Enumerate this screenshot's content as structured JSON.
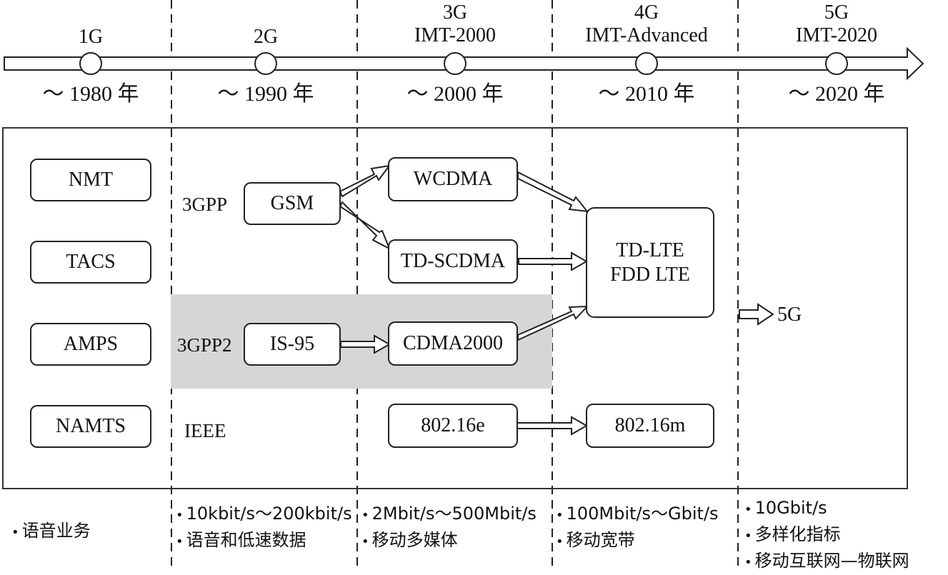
{
  "timeline": {
    "generations": [
      {
        "id": "1G",
        "label_lines": [
          "1G"
        ],
        "year": "～ 1980 年"
      },
      {
        "id": "2G",
        "label_lines": [
          "2G"
        ],
        "year": "～ 1990 年"
      },
      {
        "id": "3G",
        "label_lines": [
          "3G",
          "IMT-2000"
        ],
        "year": "～ 2000 年"
      },
      {
        "id": "4G",
        "label_lines": [
          "4G",
          "IMT-Advanced"
        ],
        "year": "～ 2010 年"
      },
      {
        "id": "5G",
        "label_lines": [
          "5G",
          "IMT-2020"
        ],
        "year": "～ 2020 年"
      }
    ]
  },
  "organizations": {
    "gpp": "3GPP",
    "gpp2": "3GPP2",
    "ieee": "IEEE"
  },
  "nodes": {
    "nmt": "NMT",
    "tacs": "TACS",
    "amps": "AMPS",
    "namts": "NAMTS",
    "gsm": "GSM",
    "is95": "IS-95",
    "wcdma": "WCDMA",
    "tdscdma": "TD-SCDMA",
    "cdma2000": "CDMA2000",
    "wimax_e": "802.16e",
    "wimax_m": "802.16m",
    "lte_line1": "TD-LTE",
    "lte_line2": "FDD LTE",
    "fiveg": "5G"
  },
  "features": {
    "g1": [
      "语音业务"
    ],
    "g2": [
      "10kbit/s～200kbit/s",
      "语音和低速数据"
    ],
    "g3": [
      "2Mbit/s～500Mbit/s",
      "移动多媒体"
    ],
    "g4": [
      "100Mbit/s～Gbit/s",
      "移动宽带"
    ],
    "g5": [
      "10Gbit/s",
      "多样化指标",
      "移动互联网—物联网"
    ]
  },
  "bullet": "•"
}
